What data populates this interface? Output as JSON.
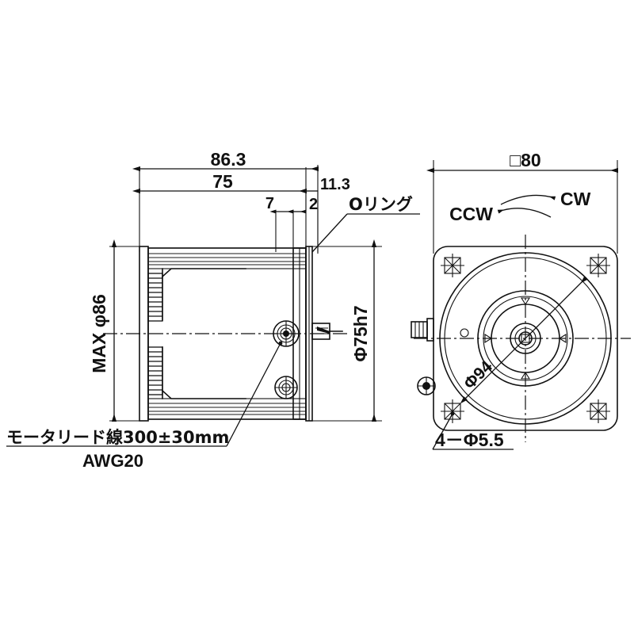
{
  "drawing": {
    "title": "Motor outline dimensional drawing",
    "background_color": "#ffffff",
    "line_color": "#111111",
    "units": "mm"
  },
  "side_view": {
    "name": "side-section-view",
    "dimensions": {
      "overall_length": "86.3",
      "body_length": "75",
      "flange_length": "11.3",
      "step_a": "7",
      "step_b": "2",
      "body_diameter": "MAX φ86"
    },
    "callouts": {
      "o_ring": "Oリング",
      "spigot_diameter": "Φ75h7",
      "lead_wire_line1": "モータリード線300±30mm",
      "lead_wire_line2": "AWG20"
    }
  },
  "front_view": {
    "name": "front-flange-view",
    "dimensions": {
      "flange_square": "□80",
      "bolt_circle": "Φ94",
      "mounting_holes": "4－Φ5.5"
    },
    "rotation": {
      "ccw_label": "CCW",
      "cw_label": "CW"
    }
  }
}
